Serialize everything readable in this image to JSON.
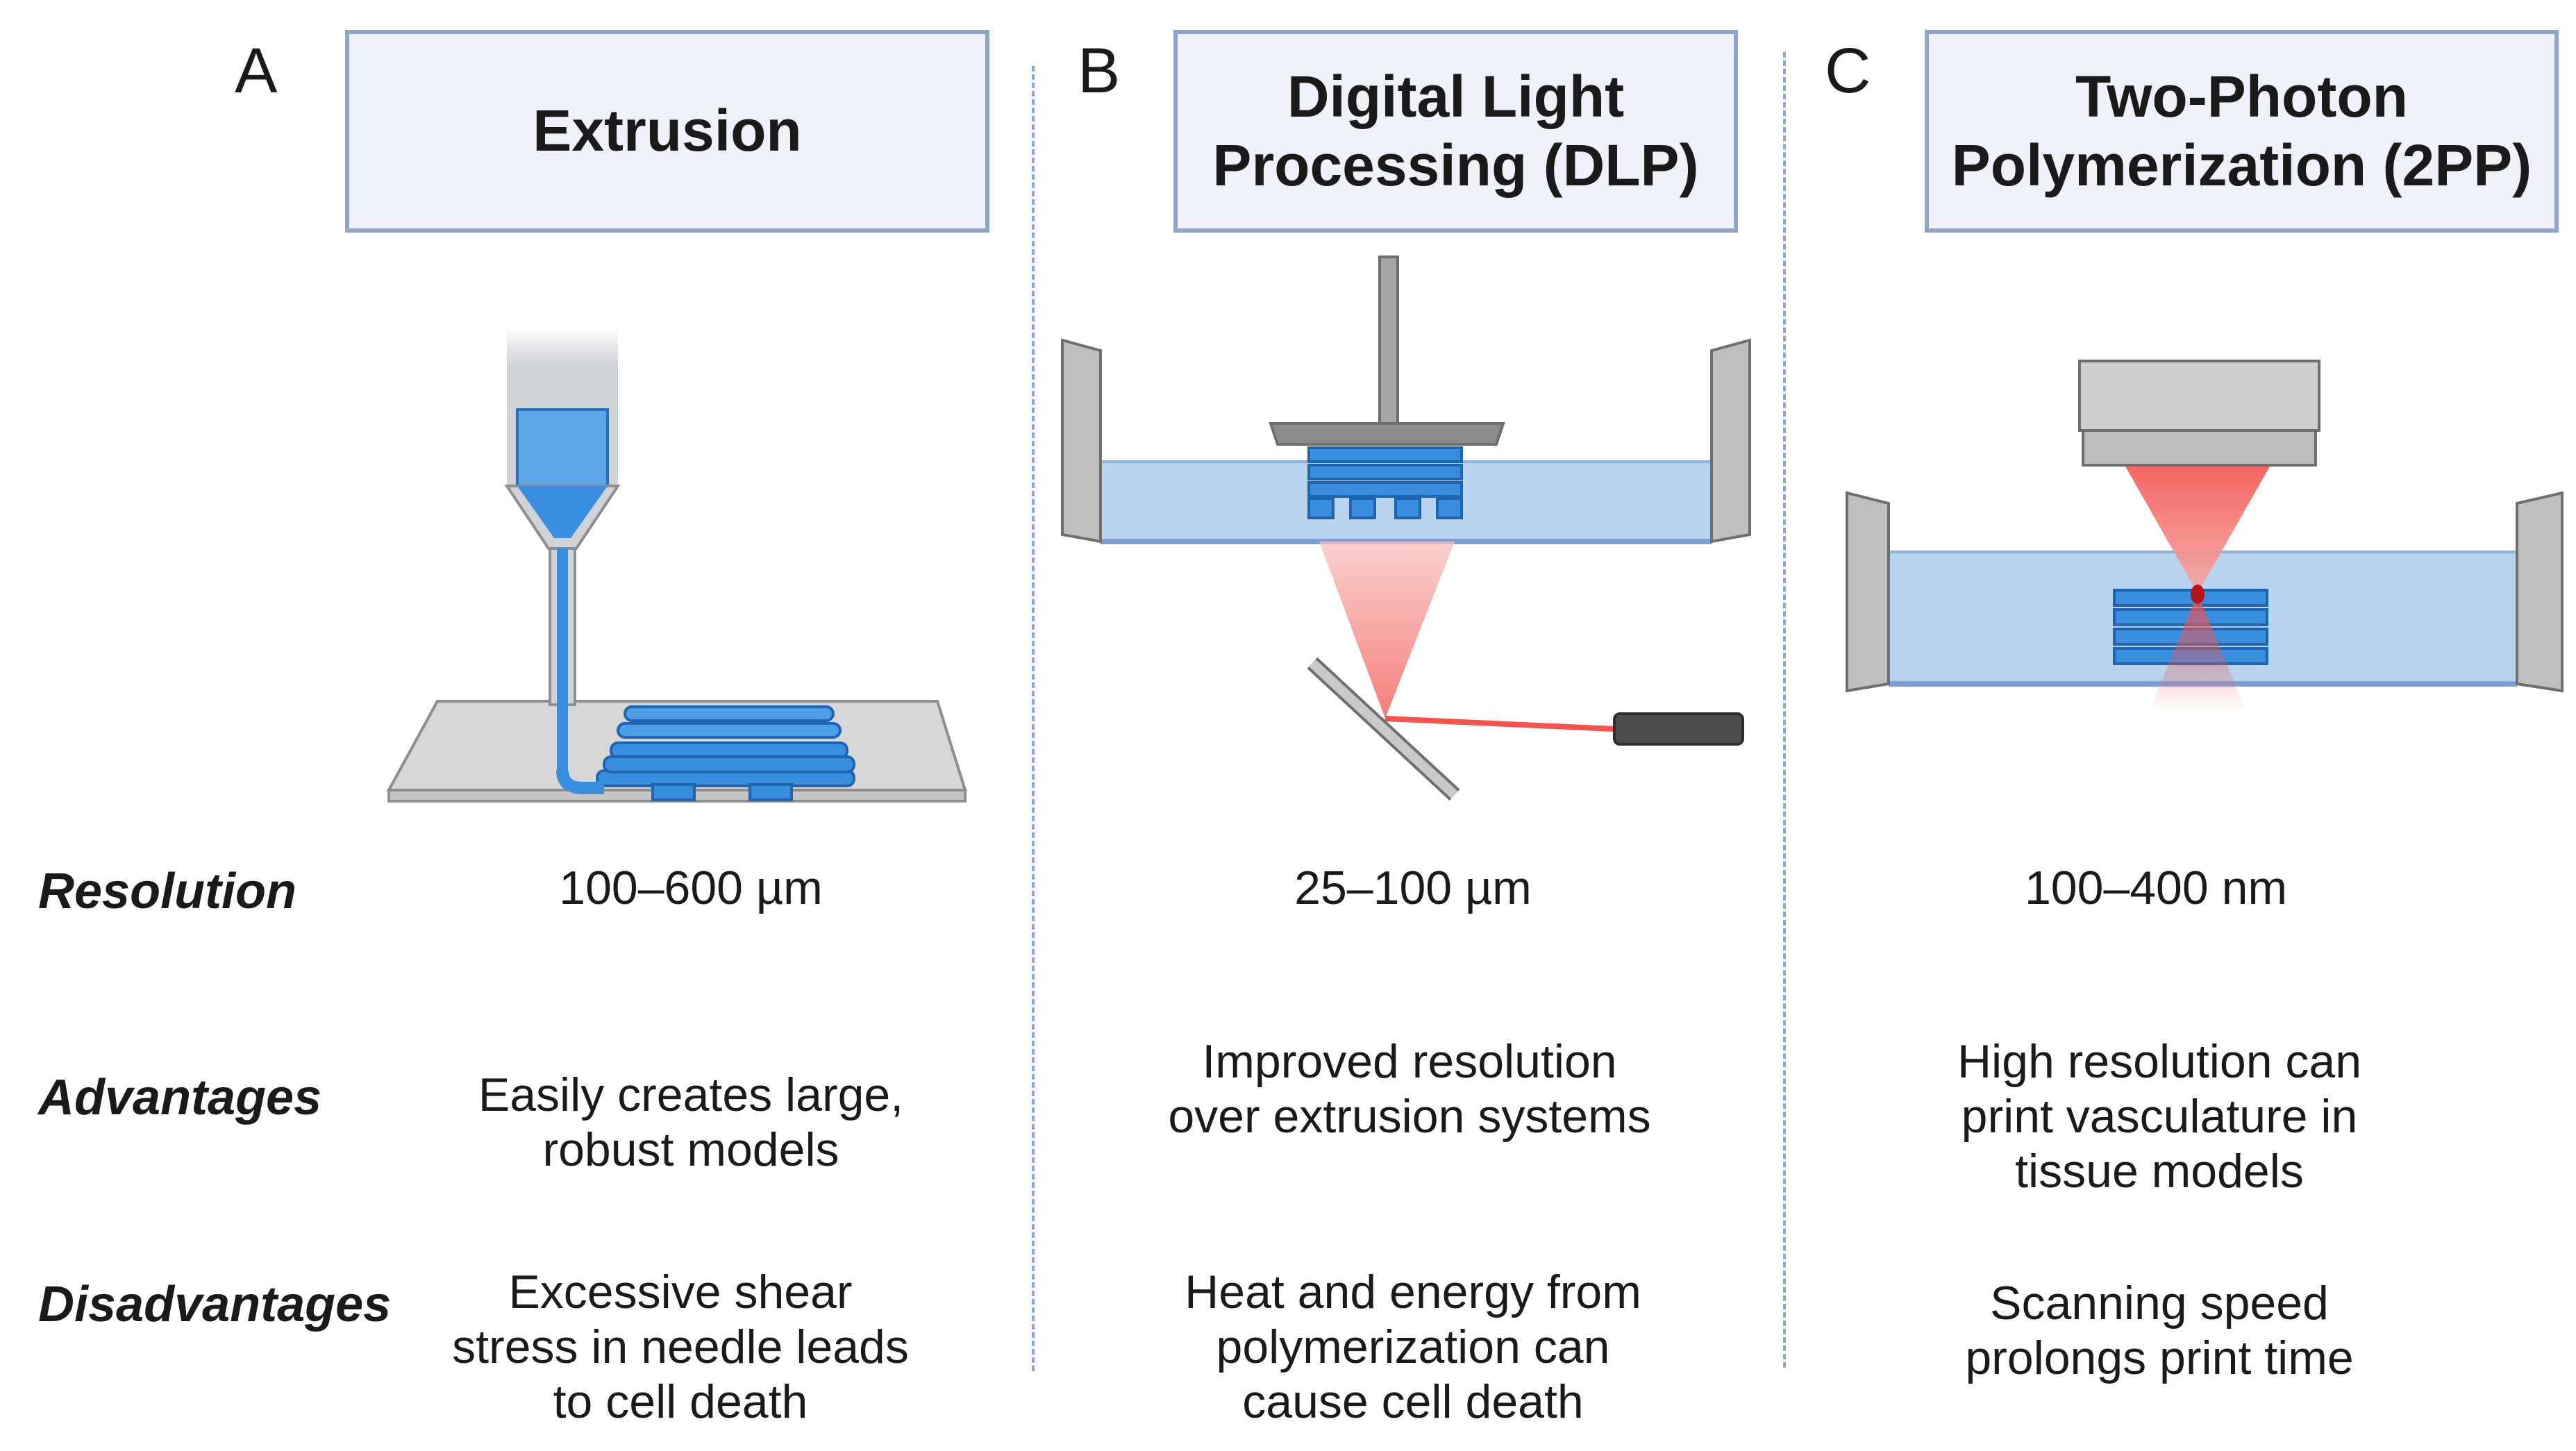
{
  "panels": [
    {
      "letter": "A",
      "title": "Extrusion",
      "resolution": "100–600 µm",
      "advantages": "Easily creates large,\nrobust models",
      "disadvantages": "Excessive shear\nstress in needle leads\nto cell death"
    },
    {
      "letter": "B",
      "title": "Digital Light\nProcessing (DLP)",
      "resolution": "25–100 µm",
      "advantages": "Improved resolution\nover extrusion systems",
      "disadvantages": "Heat and energy from\npolymerization can\ncause cell death"
    },
    {
      "letter": "C",
      "title": "Two-Photon\nPolymerization (2PP)",
      "resolution": "100–400 nm",
      "advantages": "High resolution can\nprint vasculature in\ntissue models",
      "disadvantages": "Scanning speed\nprolongs print time"
    }
  ],
  "row_labels": {
    "resolution": "Resolution",
    "advantages": "Advantages",
    "disadvantages": "Disadvantages"
  },
  "colors": {
    "title_box_fill": "#eef1f8",
    "title_box_border": "#8fa3c8",
    "bioink_blue": "#3a8ee0",
    "resin_blue": "#b8d4ef",
    "laser_red": "#f2544f",
    "divider": "#8ea6c8"
  },
  "icons": [
    "syringe-nozzle-icon",
    "build-plate-icon",
    "projector-mirror-icon",
    "laser-source-icon",
    "objective-lens-icon",
    "resin-vat-icon"
  ]
}
